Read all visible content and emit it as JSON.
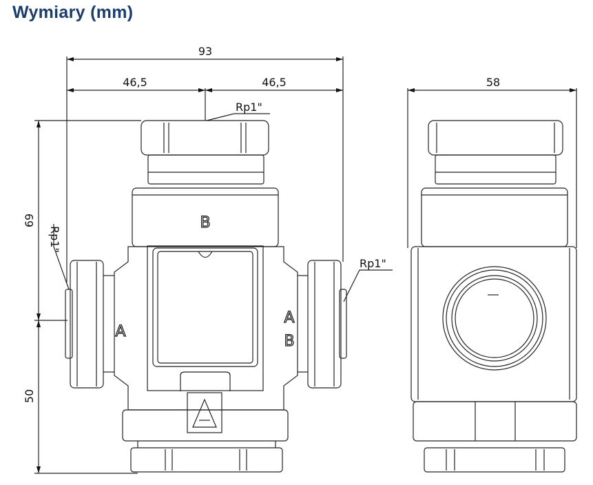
{
  "title": "Wymiary (mm)",
  "dimensions": {
    "total_width": "93",
    "half_left": "46,5",
    "half_right": "46,5",
    "side_width": "58",
    "height_upper": "69",
    "height_lower": "50"
  },
  "thread_labels": {
    "top": "Rp1\"",
    "left": "Rp1\"",
    "right": "Rp1\""
  },
  "port_labels": {
    "top": "B",
    "left": "A",
    "right_top": "A",
    "right_bottom": "B"
  },
  "colors": {
    "title": "#1a3d6b",
    "line": "#222222"
  }
}
